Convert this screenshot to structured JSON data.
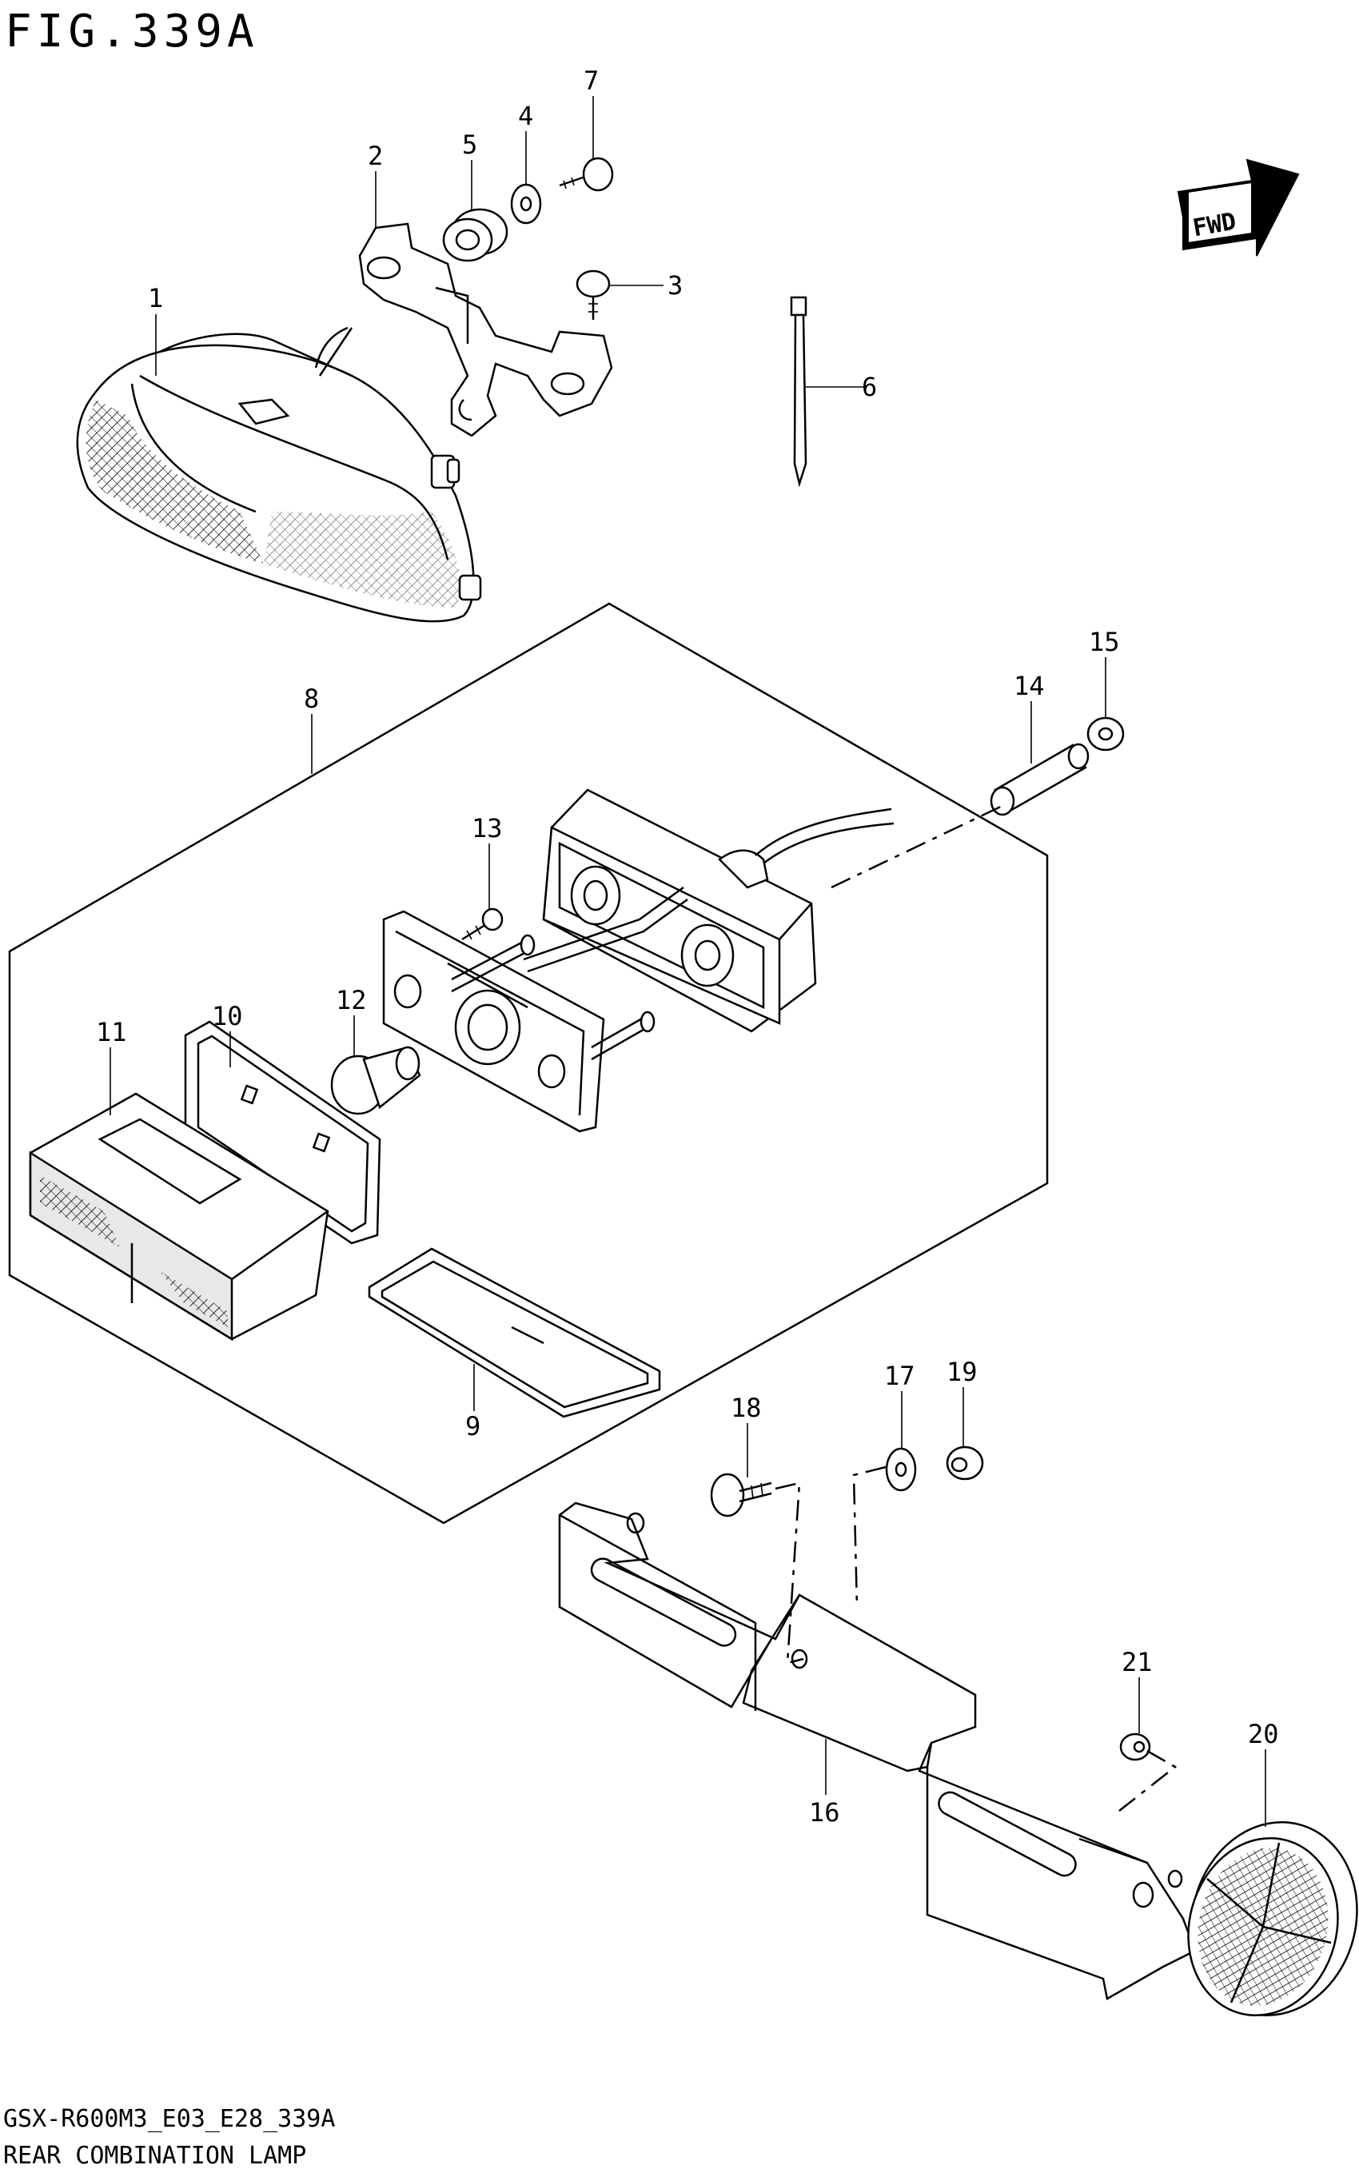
{
  "figure": {
    "title": "FIG.339A",
    "code": "GSX-R600M3_E03_E28_339A",
    "name": "REAR COMBINATION LAMP"
  },
  "badge": {
    "label": "FWD"
  },
  "callouts": [
    "1",
    "2",
    "3",
    "4",
    "5",
    "6",
    "7",
    "8",
    "9",
    "10",
    "11",
    "12",
    "13",
    "14",
    "15",
    "16",
    "17",
    "18",
    "19",
    "20",
    "21"
  ],
  "colors": {
    "ink": "#000000",
    "paper": "#ffffff"
  }
}
